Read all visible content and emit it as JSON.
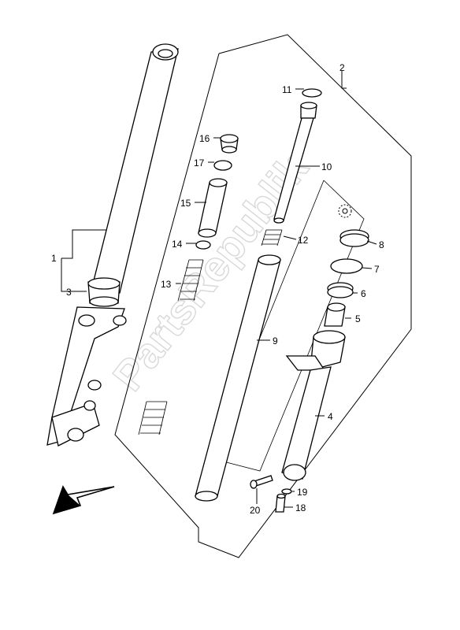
{
  "watermark": "PartsRepublik",
  "parts": [
    {
      "id": "callout-1",
      "number": "1"
    },
    {
      "id": "callout-2",
      "number": "2"
    },
    {
      "id": "callout-3",
      "number": "3"
    },
    {
      "id": "callout-4",
      "number": "4"
    },
    {
      "id": "callout-5",
      "number": "5"
    },
    {
      "id": "callout-6",
      "number": "6"
    },
    {
      "id": "callout-7",
      "number": "7"
    },
    {
      "id": "callout-8",
      "number": "8"
    },
    {
      "id": "callout-9",
      "number": "9"
    },
    {
      "id": "callout-10",
      "number": "10"
    },
    {
      "id": "callout-11",
      "number": "11"
    },
    {
      "id": "callout-12",
      "number": "12"
    },
    {
      "id": "callout-13",
      "number": "13"
    },
    {
      "id": "callout-14",
      "number": "14"
    },
    {
      "id": "callout-15",
      "number": "15"
    },
    {
      "id": "callout-16",
      "number": "16"
    },
    {
      "id": "callout-17",
      "number": "17"
    },
    {
      "id": "callout-18",
      "number": "18"
    },
    {
      "id": "callout-19",
      "number": "19"
    },
    {
      "id": "callout-20",
      "number": "20"
    }
  ],
  "direction_arrow": {
    "icon": "front-direction-arrow-icon"
  },
  "reuse_marker": {
    "icon": "gear-icon"
  }
}
